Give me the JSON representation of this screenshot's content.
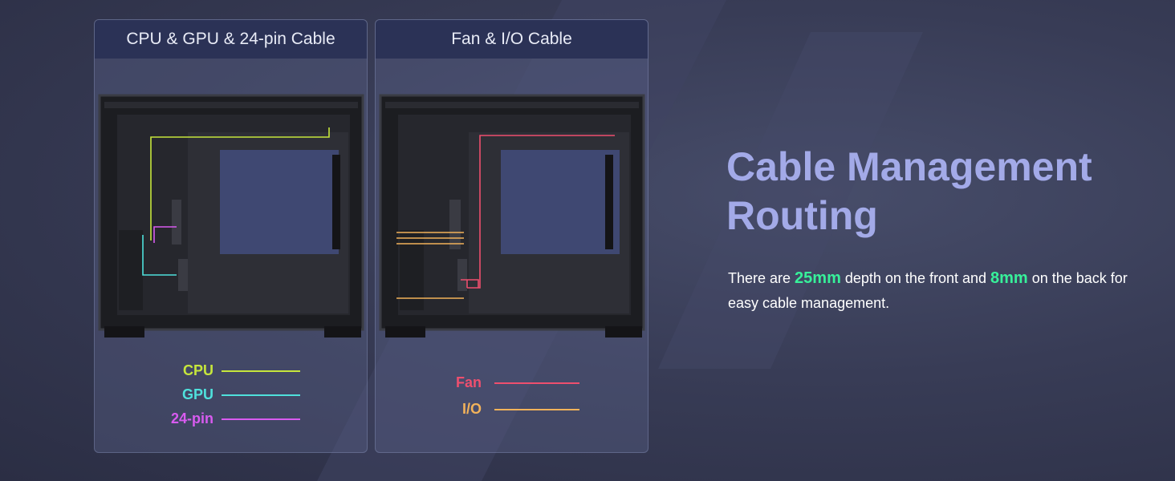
{
  "panels": [
    {
      "title": "CPU & GPU & 24-pin Cable",
      "legend": [
        {
          "label": "CPU",
          "color": "#c6e63c"
        },
        {
          "label": "GPU",
          "color": "#4fe1dc"
        },
        {
          "label": "24-pin",
          "color": "#d85bf0"
        }
      ]
    },
    {
      "title": "Fan & I/O Cable",
      "legend": [
        {
          "label": "Fan",
          "color": "#ee4f6e"
        },
        {
          "label": "I/O",
          "color": "#f2b25a"
        }
      ]
    }
  ],
  "headline": {
    "line1": "Cable Management",
    "line2": "Routing"
  },
  "description": {
    "part1": "There are ",
    "front_depth": "25mm",
    "part2": " depth on the front and ",
    "back_depth": "8mm",
    "part3": " on the back for easy cable management."
  },
  "colors": {
    "headline": "#a3aae8",
    "highlight": "#37f09a",
    "panel_header": "#2b3256"
  }
}
